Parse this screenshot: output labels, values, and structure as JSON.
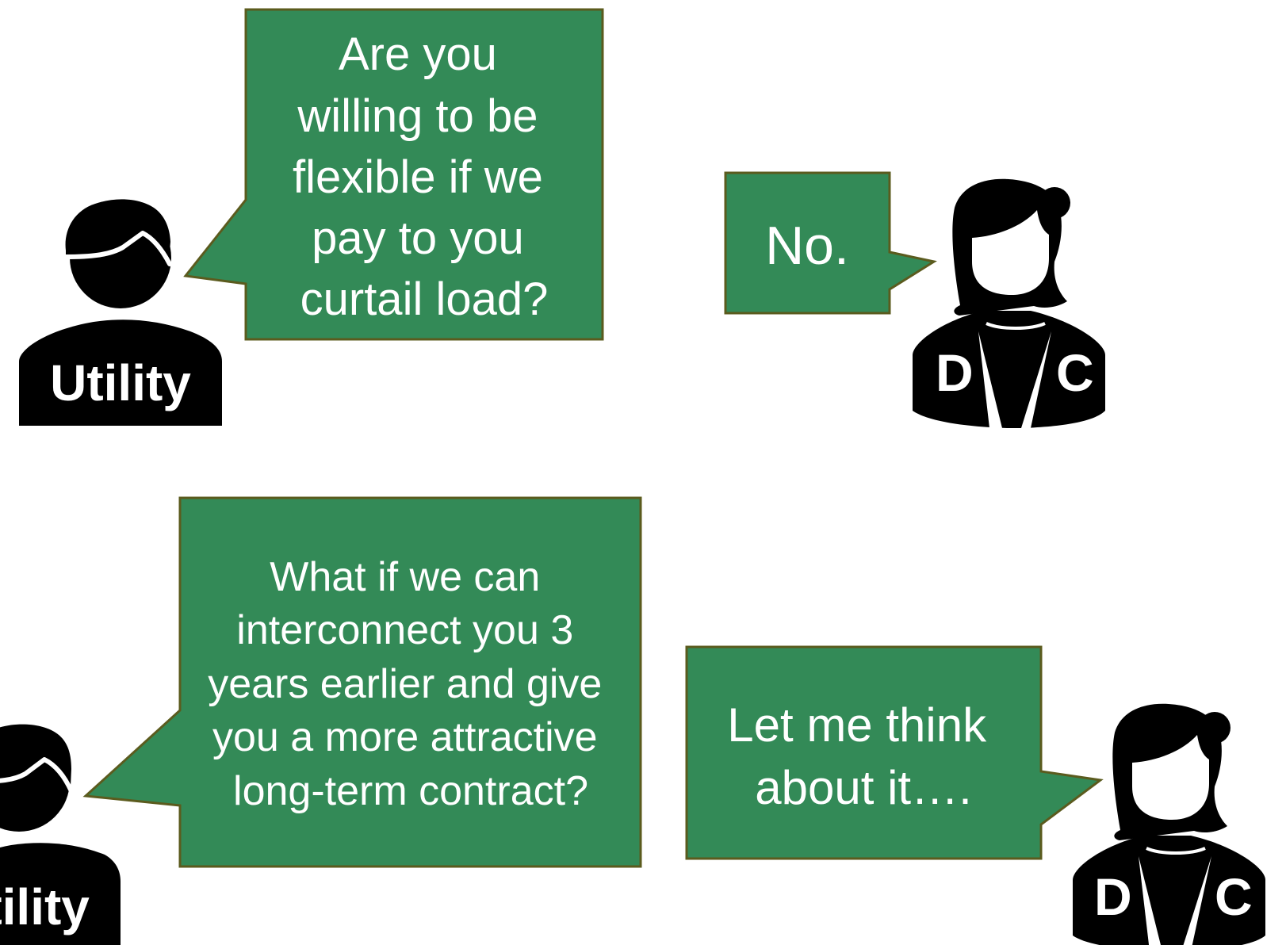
{
  "colors": {
    "bubble_fill": "#338a57",
    "bubble_border": "#5b5b1e",
    "figure": "#000000",
    "label_text": "#ffffff"
  },
  "panel_top": {
    "utility_label": "Utility",
    "question_lines": [
      "Are you",
      "willing to be",
      "flexible if we",
      "pay to you",
      "curtail load?"
    ],
    "answer_lines": [
      "No."
    ],
    "dc_letters": [
      "D",
      "C"
    ]
  },
  "panel_bottom": {
    "utility_label": "Utility",
    "question_lines": [
      "What if we can",
      "interconnect you 3",
      "years earlier and give",
      "you a more attractive",
      "long-term contract?"
    ],
    "answer_lines": [
      "Let me think",
      "about it…."
    ],
    "dc_letters": [
      "D",
      "C"
    ]
  },
  "icons": [
    "person-man-icon",
    "person-woman-icon"
  ]
}
